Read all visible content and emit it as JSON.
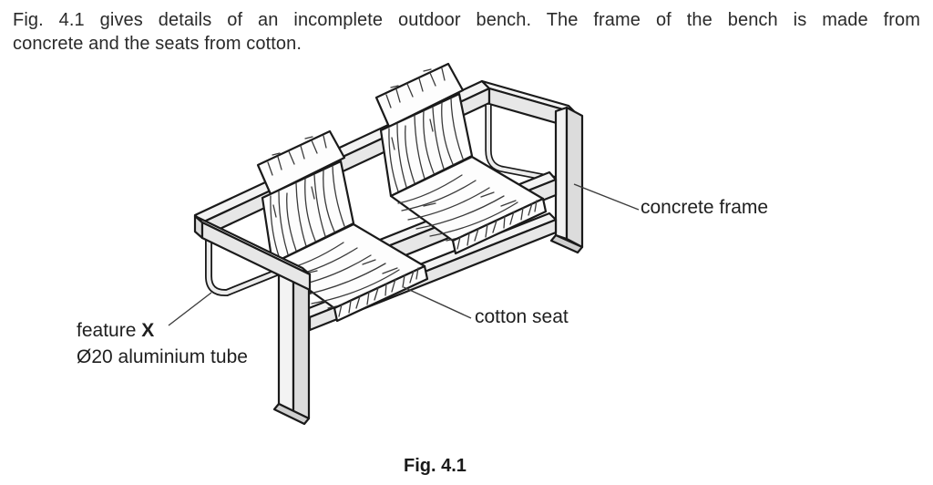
{
  "document": {
    "intro": {
      "line1": "Fig. 4.1 gives details of an incomplete outdoor bench. The frame of the bench is made from",
      "line2": "concrete and the seats from cotton."
    },
    "figure": {
      "caption": "Fig. 4.1",
      "labels": {
        "concrete_frame": "concrete frame",
        "cotton_seat": "cotton seat",
        "feature_prefix": "feature ",
        "feature_id": "X",
        "feature_spec": "Ø20 aluminium tube"
      }
    },
    "colors": {
      "ink": "#1a1a1a",
      "leader_line": "#3d3d3d",
      "concrete_light": "#f3f3f3",
      "concrete_mid": "#e7e7e7",
      "concrete_dark": "#dcdcdc",
      "fabric": "#fdfdfd",
      "background": "#ffffff"
    }
  }
}
